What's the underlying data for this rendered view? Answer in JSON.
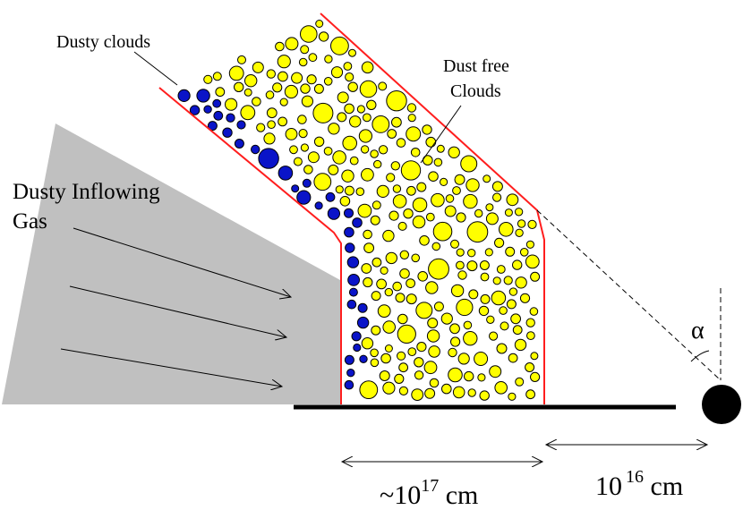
{
  "labels": {
    "dusty_clouds": "Dusty clouds",
    "dust_free_line1": "Dust free",
    "dust_free_line2": "Clouds",
    "inflow_line1": "Dusty Inflowing",
    "inflow_line2": "Gas",
    "alpha": "α",
    "dist_left_base": "~10",
    "dist_left_exp": "17",
    "dist_left_unit": " cm",
    "dist_right_base": "10",
    "dist_right_exp": "16",
    "dist_right_unit": " cm"
  },
  "colors": {
    "dusty_cloud": "#0a14c8",
    "dust_free_cloud": "#ffff00",
    "wall": "#ff1e1e",
    "inflow_gas": "#c0c0c0",
    "ground": "#000000",
    "central_source": "#000000"
  },
  "icons": {
    "central_source": "black-hole-icon"
  }
}
